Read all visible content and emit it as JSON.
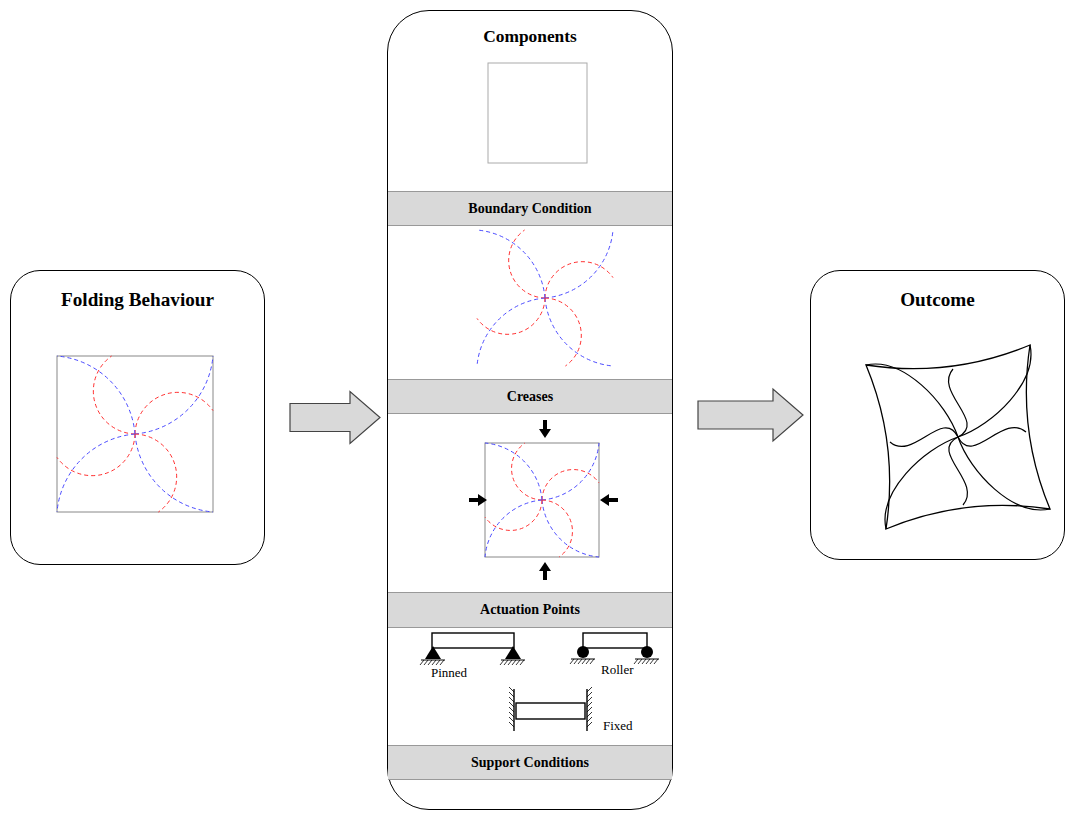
{
  "diagram": {
    "nodes": [
      {
        "text": [
          "Folding Behaviour"
        ]
      },
      {
        "text": [
          "Components"
        ]
      },
      {
        "text": [
          "Boundary Condition"
        ],
        "in": 1
      },
      {
        "text": [
          "Creases"
        ],
        "in": 1
      },
      {
        "text": [
          "Actuation Points"
        ],
        "in": 1
      },
      {
        "text": [
          "Support Conditions"
        ],
        "in": 1
      },
      {
        "text": [
          "Outcome"
        ]
      }
    ],
    "edges": [
      {
        "from": 0,
        "to": 1,
        "arrow": "to"
      },
      {
        "from": 1,
        "to": 6,
        "arrow": "to"
      }
    ],
    "labels": [
      "Pinned",
      "Roller",
      "Fixed"
    ]
  }
}
